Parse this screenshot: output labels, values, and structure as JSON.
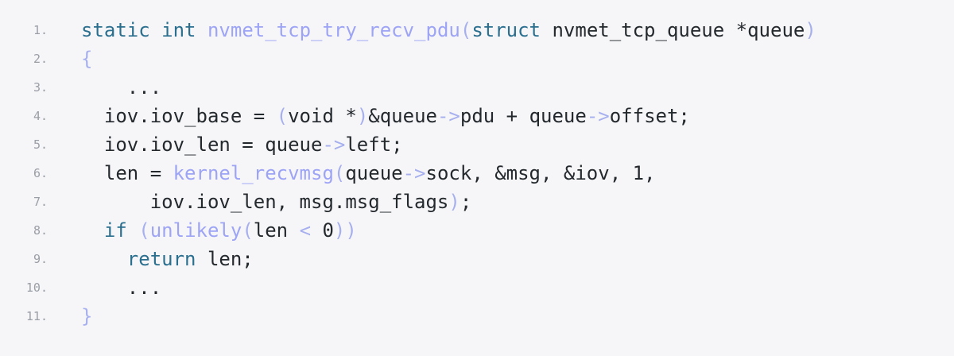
{
  "colors": {
    "background": "#f6f6f8",
    "plain_text": "#24292e",
    "keyword": "#2b6f8f",
    "function_name": "#9da4f5",
    "punctuation": "#a7b0ee",
    "line_number": "#9a9ea6"
  },
  "code": {
    "lines": [
      {
        "number": "1.",
        "indent": "",
        "tokens": [
          {
            "text": "static",
            "kind": "keyword"
          },
          {
            "text": " ",
            "kind": "plain"
          },
          {
            "text": "int",
            "kind": "keyword"
          },
          {
            "text": " ",
            "kind": "plain"
          },
          {
            "text": "nvmet_tcp_try_recv_pdu",
            "kind": "function"
          },
          {
            "text": "(",
            "kind": "punct"
          },
          {
            "text": "struct",
            "kind": "keyword"
          },
          {
            "text": " nvmet_tcp_queue *queue",
            "kind": "plain"
          },
          {
            "text": ")",
            "kind": "punct"
          }
        ]
      },
      {
        "number": "2.",
        "indent": "",
        "tokens": [
          {
            "text": "{",
            "kind": "punct"
          }
        ]
      },
      {
        "number": "3.",
        "indent": "    ",
        "tokens": [
          {
            "text": "...",
            "kind": "plain"
          }
        ]
      },
      {
        "number": "4.",
        "indent": "  ",
        "tokens": [
          {
            "text": "iov.iov_base = ",
            "kind": "plain"
          },
          {
            "text": "(",
            "kind": "punct"
          },
          {
            "text": "void *",
            "kind": "plain"
          },
          {
            "text": ")",
            "kind": "punct"
          },
          {
            "text": "&queue",
            "kind": "plain"
          },
          {
            "text": "->",
            "kind": "punct"
          },
          {
            "text": "pdu + queue",
            "kind": "plain"
          },
          {
            "text": "->",
            "kind": "punct"
          },
          {
            "text": "offset;",
            "kind": "plain"
          }
        ]
      },
      {
        "number": "5.",
        "indent": "  ",
        "tokens": [
          {
            "text": "iov.iov_len = queue",
            "kind": "plain"
          },
          {
            "text": "->",
            "kind": "punct"
          },
          {
            "text": "left;",
            "kind": "plain"
          }
        ]
      },
      {
        "number": "6.",
        "indent": "  ",
        "tokens": [
          {
            "text": "len = ",
            "kind": "plain"
          },
          {
            "text": "kernel_recvmsg",
            "kind": "function"
          },
          {
            "text": "(",
            "kind": "punct"
          },
          {
            "text": "queue",
            "kind": "plain"
          },
          {
            "text": "->",
            "kind": "punct"
          },
          {
            "text": "sock, &msg, &iov, 1,",
            "kind": "plain"
          }
        ]
      },
      {
        "number": "7.",
        "indent": "      ",
        "tokens": [
          {
            "text": "iov.iov_len, msg.msg_flags",
            "kind": "plain"
          },
          {
            "text": ")",
            "kind": "punct"
          },
          {
            "text": ";",
            "kind": "plain"
          }
        ]
      },
      {
        "number": "8.",
        "indent": "  ",
        "tokens": [
          {
            "text": "if",
            "kind": "keyword"
          },
          {
            "text": " ",
            "kind": "plain"
          },
          {
            "text": "(",
            "kind": "punct"
          },
          {
            "text": "unlikely",
            "kind": "function"
          },
          {
            "text": "(",
            "kind": "punct"
          },
          {
            "text": "len ",
            "kind": "plain"
          },
          {
            "text": "<",
            "kind": "punct"
          },
          {
            "text": " 0",
            "kind": "plain"
          },
          {
            "text": "))",
            "kind": "punct"
          }
        ]
      },
      {
        "number": "9.",
        "indent": "    ",
        "tokens": [
          {
            "text": "return",
            "kind": "keyword"
          },
          {
            "text": " len;",
            "kind": "plain"
          }
        ]
      },
      {
        "number": "10.",
        "indent": "    ",
        "tokens": [
          {
            "text": "...",
            "kind": "plain"
          }
        ]
      },
      {
        "number": "11.",
        "indent": "",
        "tokens": [
          {
            "text": "}",
            "kind": "punct"
          }
        ]
      }
    ]
  }
}
